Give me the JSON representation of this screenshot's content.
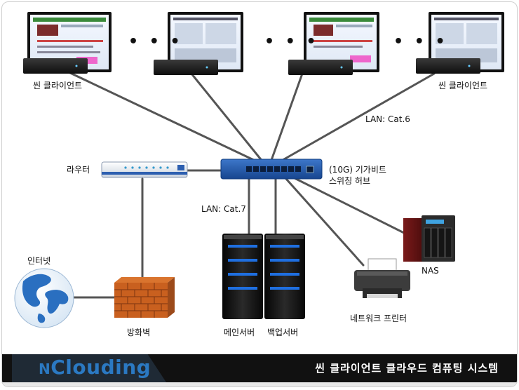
{
  "labels": {
    "thin_client_left": "씬 클라이언트",
    "thin_client_right": "씬 클라이언트",
    "dots": "• • •",
    "lan_cat6": "LAN: Cat.6",
    "router": "라우터",
    "switch_line1": "(10G) 기가비트",
    "switch_line2": "스위칭 허브",
    "lan_cat7": "LAN: Cat.7",
    "internet": "인터넷",
    "firewall": "방화벽",
    "main_server": "메인서버",
    "backup_server": "백업서버",
    "network_printer": "네트워크 프린터",
    "nas": "NAS"
  },
  "footer": {
    "brand_prefix": "N",
    "brand_rest": "Clouding",
    "title": "씬 클라이언트 클라우드 컴퓨팅 시스템"
  }
}
